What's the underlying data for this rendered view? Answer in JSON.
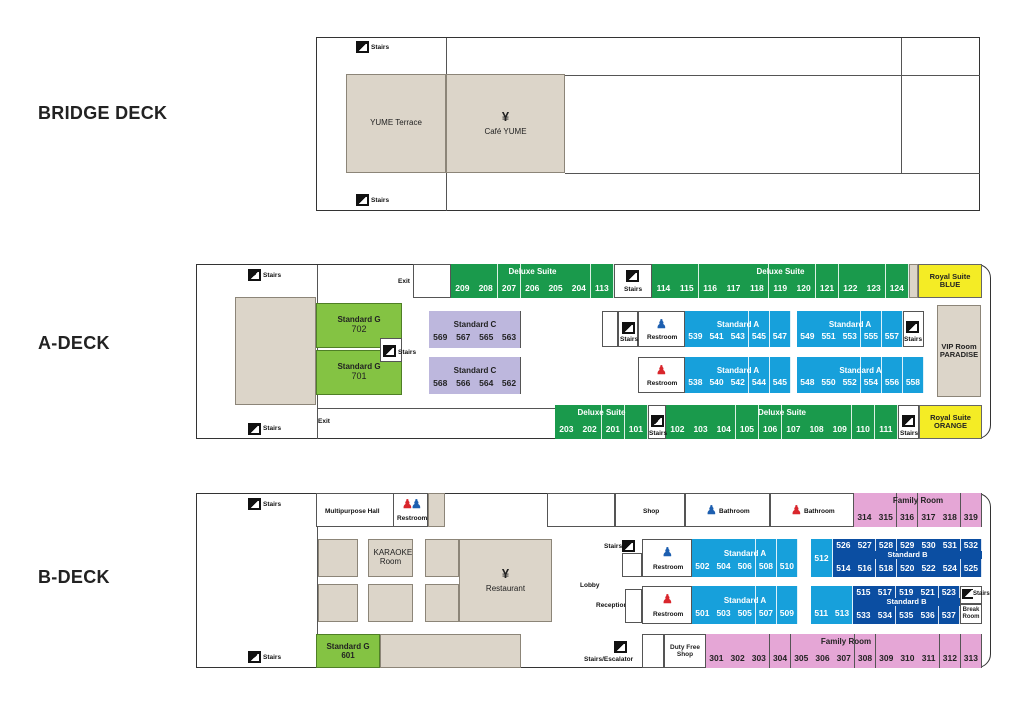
{
  "decks": {
    "bridge": "BRIDGE DECK",
    "a": "A-DECK",
    "b": "B-DECK"
  },
  "labels": {
    "stairs": "Stairs",
    "exit": "Exit",
    "restroom": "Restroom",
    "bathroom": "Bathroom",
    "lobby": "Lobby",
    "reception": "Reception",
    "shop": "Shop",
    "duty_free": "Duty Free Shop",
    "stairs_escalator": "Stairs/Escalator",
    "break_room": "Break Room",
    "multipurpose": "Multipurpose Hall",
    "karaoke": "KARAOKE Room",
    "restaurant": "Restaurant",
    "yume_terrace": "YUME Terrace",
    "cafe_yume": "Café YUME"
  },
  "room_types": {
    "deluxe": "Deluxe Suite",
    "standard_a": "Standard A",
    "standard_b": "Standard B",
    "standard_c": "Standard C",
    "standard_g": "Standard G",
    "family": "Family Room",
    "royal_blue_1": "Royal Suite",
    "royal_blue_2": "BLUE",
    "royal_orange_1": "Royal Suite",
    "royal_orange_2": "ORANGE",
    "vip_1": "VIP Room",
    "vip_2": "PARADISE"
  },
  "rooms": {
    "a_deluxe_top_left": [
      "209",
      "208",
      "207",
      "206",
      "205",
      "204",
      "113"
    ],
    "a_deluxe_top_right": [
      "114",
      "115",
      "116",
      "117",
      "118",
      "119",
      "120",
      "121",
      "122",
      "123",
      "124"
    ],
    "a_deluxe_bot_left": [
      "203",
      "202",
      "201",
      "101"
    ],
    "a_deluxe_bot_right": [
      "102",
      "103",
      "104",
      "105",
      "106",
      "107",
      "108",
      "109",
      "110",
      "111"
    ],
    "a_std_a_top1": [
      "539",
      "541",
      "543",
      "545",
      "547"
    ],
    "a_std_a_top2": [
      "549",
      "551",
      "553",
      "555",
      "557"
    ],
    "a_std_a_bot1": [
      "538",
      "540",
      "542",
      "544",
      "545"
    ],
    "a_std_a_bot2": [
      "548",
      "550",
      "552",
      "554",
      "556",
      "558"
    ],
    "a_std_c_top": [
      "569",
      "567",
      "565",
      "563"
    ],
    "a_std_c_bot": [
      "568",
      "566",
      "564",
      "562"
    ],
    "a_std_g_top": "702",
    "a_std_g_bot": "701",
    "b_family_top": [
      "314",
      "315",
      "316",
      "317",
      "318",
      "319"
    ],
    "b_family_bot": [
      "301",
      "302",
      "303",
      "304",
      "305",
      "306",
      "307",
      "308",
      "309",
      "310",
      "311",
      "312",
      "313"
    ],
    "b_std_a_top": [
      "502",
      "504",
      "506",
      "508",
      "510"
    ],
    "b_std_a_bot": [
      "501",
      "503",
      "505",
      "507",
      "509"
    ],
    "b_single_top": "512",
    "b_single_bot": [
      "511",
      "513"
    ],
    "b_std_b_r1": [
      "526",
      "527",
      "528",
      "529",
      "530",
      "531",
      "532"
    ],
    "b_std_b_r2": [
      "514",
      "516",
      "518",
      "520",
      "522",
      "524",
      "525"
    ],
    "b_std_b_r3": [
      "515",
      "517",
      "519",
      "521",
      "523"
    ],
    "b_std_b_r4": [
      "533",
      "534",
      "535",
      "536",
      "537"
    ],
    "b_std_g": "601"
  }
}
